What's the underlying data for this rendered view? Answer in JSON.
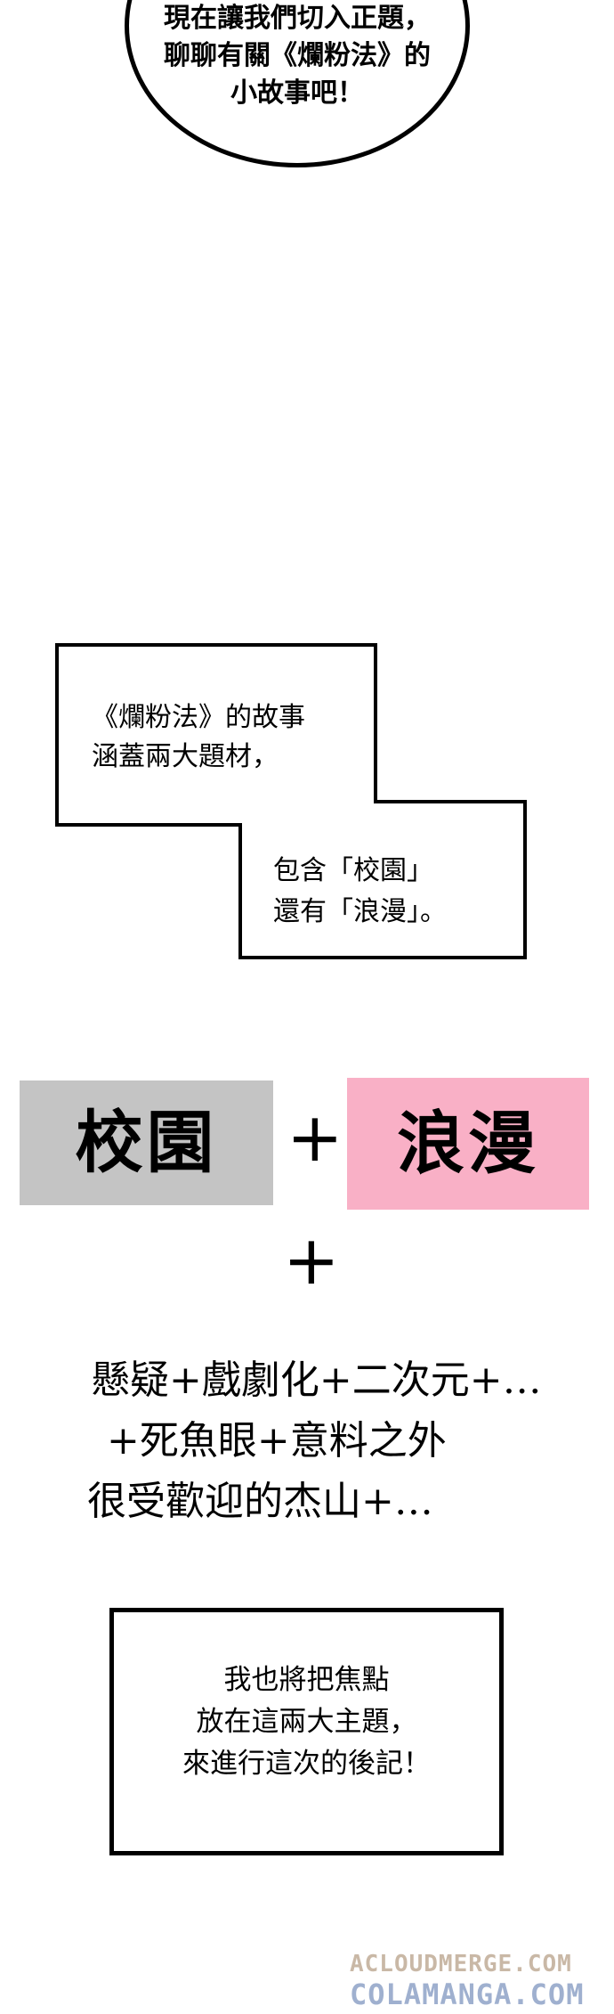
{
  "top_bubble": {
    "lines": [
      "現在讓我們切入正題，",
      "聊聊有關《爛粉法》的",
      "小故事吧！"
    ]
  },
  "caption_box": {
    "part1": [
      "《爛粉法》的故事",
      "涵蓋兩大題材，"
    ],
    "part2": [
      "包含「校園」",
      "還有「浪漫」。"
    ]
  },
  "highlight": {
    "left_label": "校園",
    "right_label": "浪漫",
    "plus": "+",
    "colors": {
      "gray": "#c4c4c4",
      "pink": "#f9b0c6"
    }
  },
  "handwritten": {
    "lines": [
      "懸疑+戲劇化+二次元+…",
      "+死魚眼+意料之外",
      "很受歡迎的杰山+…"
    ]
  },
  "bottom_box": {
    "lines": [
      "我也將把焦點",
      "放在這兩大主題，",
      "來進行這次的後記！"
    ]
  },
  "watermark": {
    "line1": "ACLOUDMERGE.COM",
    "line2": "COLAMANGA.COM"
  }
}
